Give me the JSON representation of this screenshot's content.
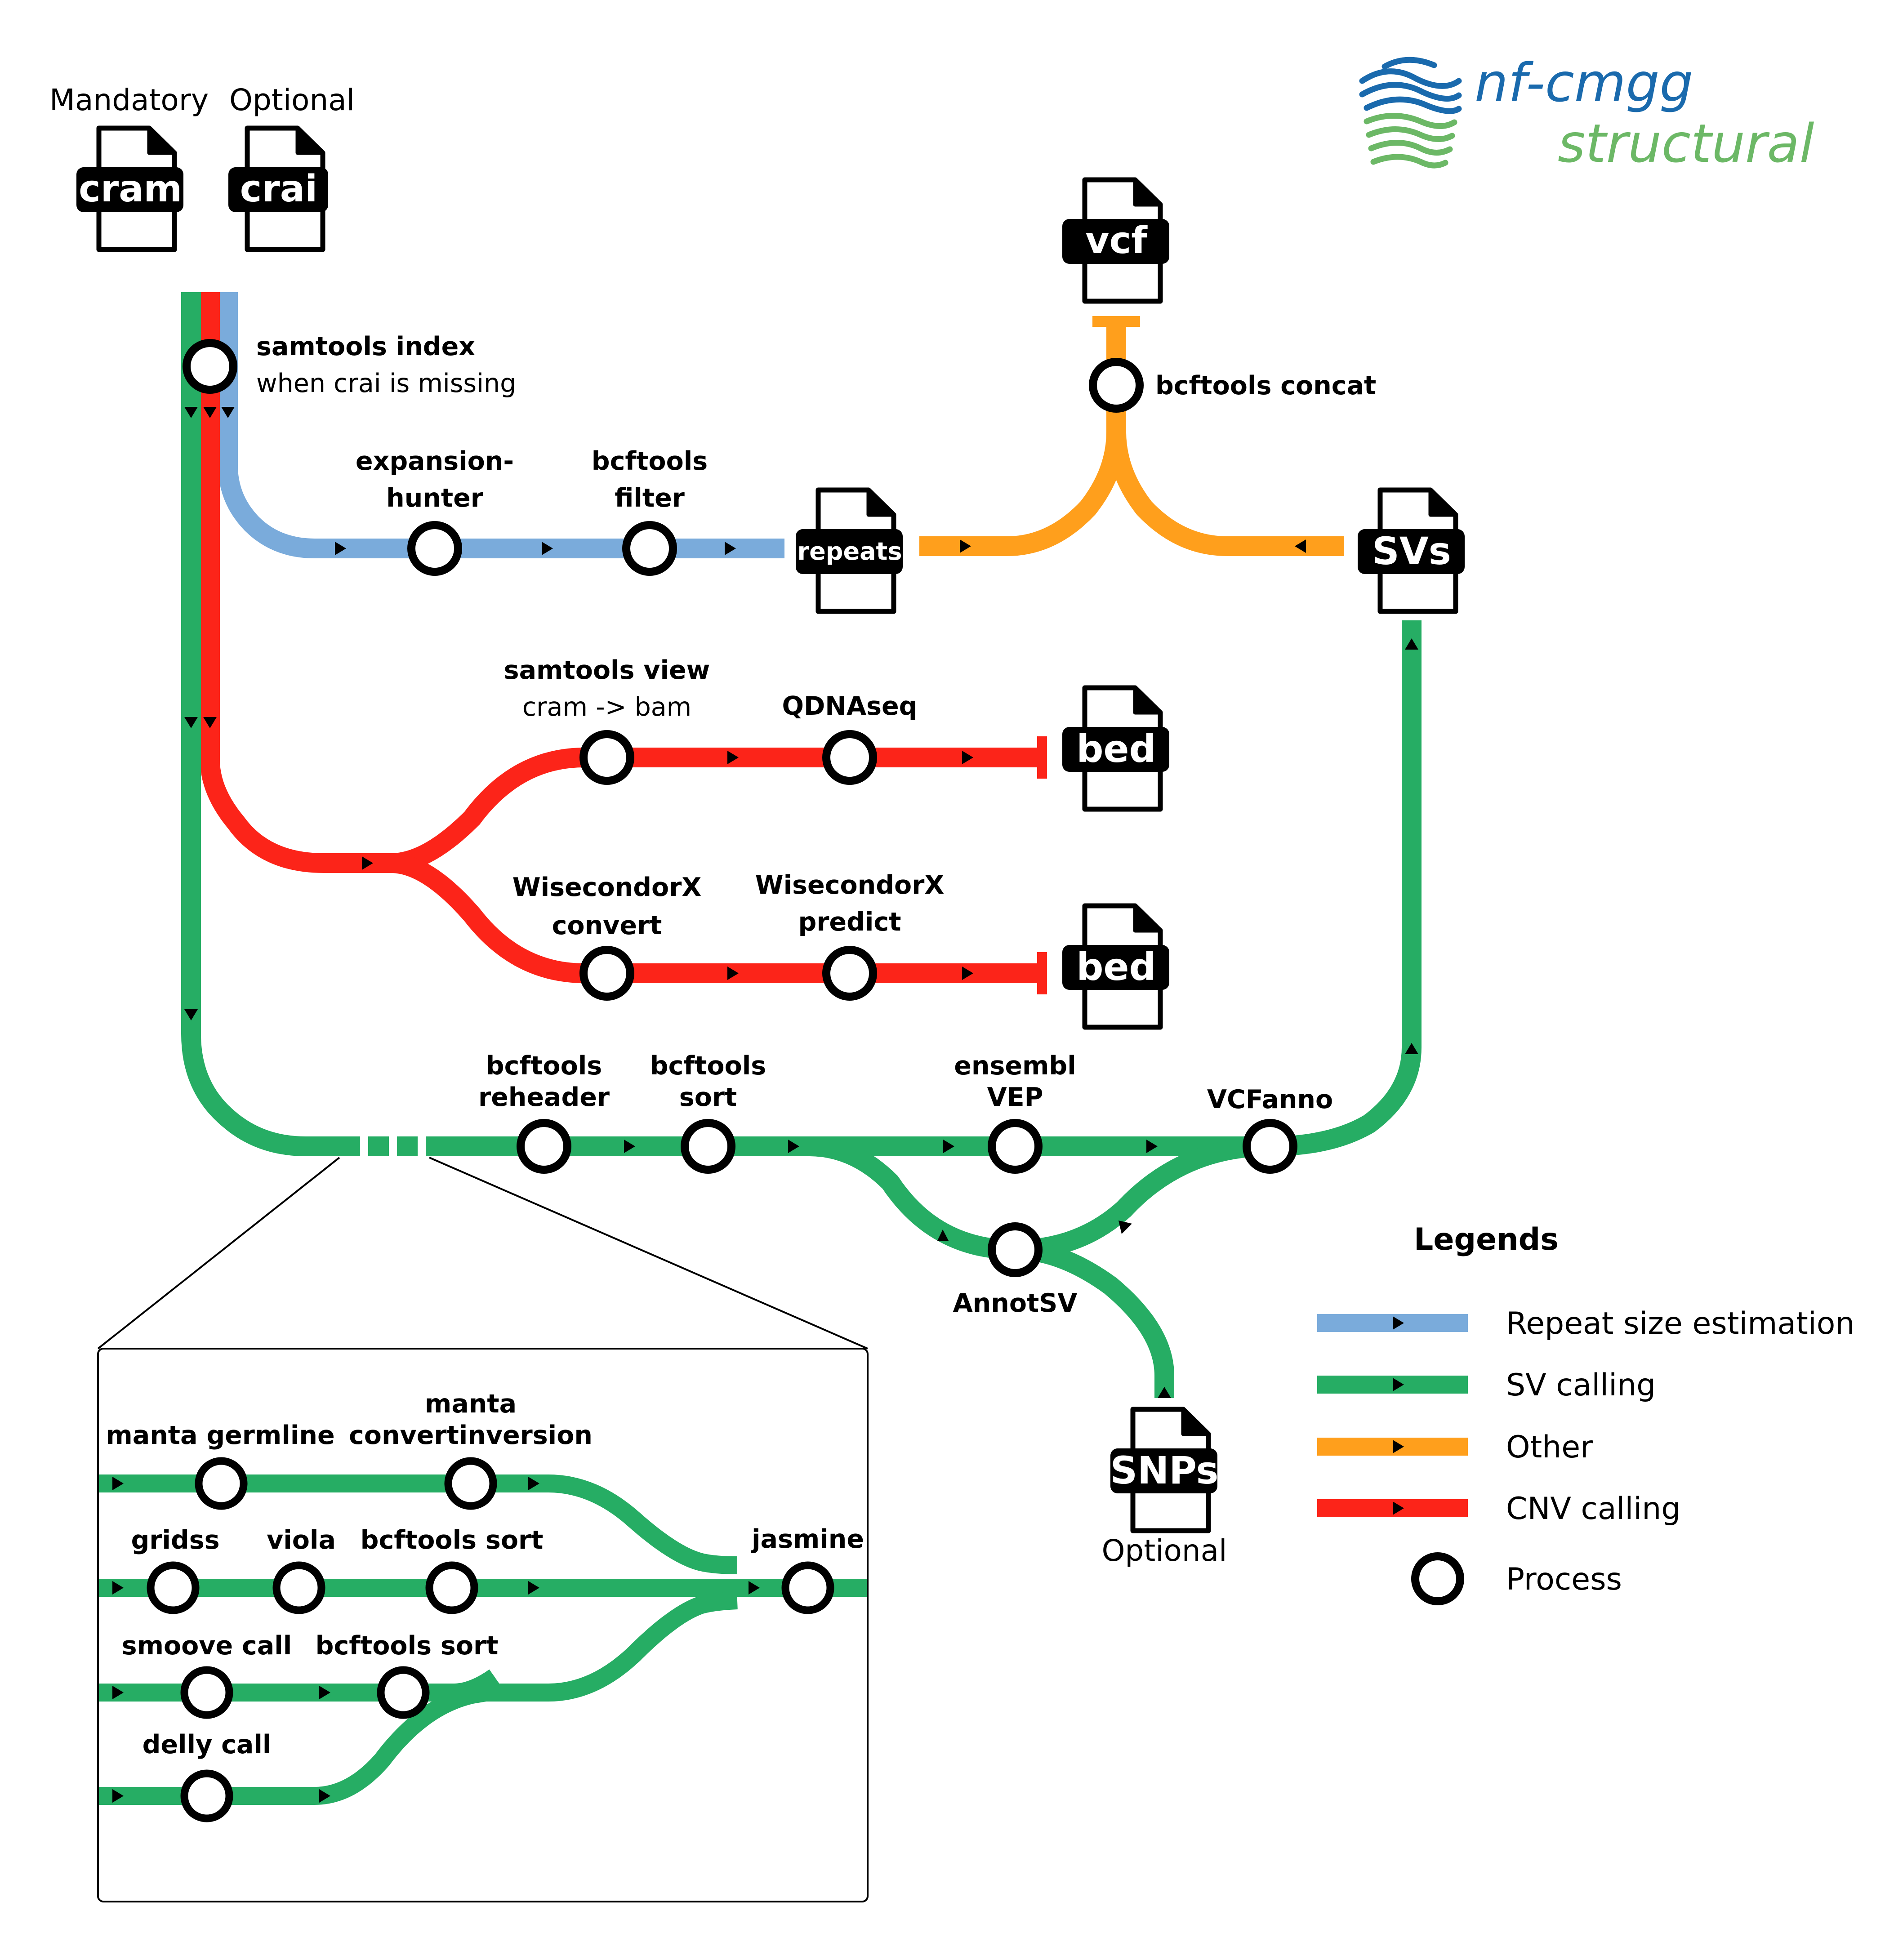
{
  "colors": {
    "repeat": "#7aabdb",
    "sv": "#26ad64",
    "other": "#ff9f1c",
    "cnv": "#fc2419",
    "logo_blue": "#1a6aad",
    "logo_green": "#6cb866"
  },
  "header": {
    "mandatory": "Mandatory",
    "optional": "Optional"
  },
  "logo": {
    "line1": "nf-cmgg",
    "line2": "structural"
  },
  "files": {
    "cram": "cram",
    "crai": "crai",
    "vcf": "vcf",
    "repeats": "repeats",
    "svs": "SVs",
    "bed1": "bed",
    "bed2": "bed",
    "snps": "SNPs",
    "snps_note": "Optional"
  },
  "processes": {
    "samtools_index": {
      "title": "samtools index",
      "note": "when crai is missing"
    },
    "expansionhunter": {
      "line1": "expansion-",
      "line2": "hunter"
    },
    "bcftools_filter": {
      "line1": "bcftools",
      "line2": "filter"
    },
    "bcftools_concat": {
      "title": "bcftools concat"
    },
    "samtools_view": {
      "title": "samtools view",
      "note": "cram -> bam"
    },
    "qdnaseq": {
      "title": "QDNAseq"
    },
    "wcx_convert": {
      "line1": "WisecondorX",
      "line2": "convert"
    },
    "wcx_predict": {
      "line1": "WisecondorX",
      "line2": "predict"
    },
    "bcftools_reheader": {
      "line1": "bcftools",
      "line2": "reheader"
    },
    "bcftools_sort": {
      "line1": "bcftools",
      "line2": "sort"
    },
    "ensembl_vep": {
      "line1": "ensembl",
      "line2": "VEP"
    },
    "vcfanno": {
      "title": "VCFanno"
    },
    "annotsv": {
      "title": "AnnotSV"
    }
  },
  "inset": {
    "manta_germline": "manta germline",
    "manta_convert_1": "manta",
    "manta_convert_2": "convertinversion",
    "gridss": "gridss",
    "viola": "viola",
    "bcftools_sort_a": "bcftools sort",
    "jasmine": "jasmine",
    "smoove_call": "smoove call",
    "bcftools_sort_b": "bcftools sort",
    "delly_call": "delly call"
  },
  "legend": {
    "title": "Legends",
    "items": [
      {
        "label": "Repeat size estimation",
        "color": "#7aabdb"
      },
      {
        "label": "SV calling",
        "color": "#26ad64"
      },
      {
        "label": "Other",
        "color": "#ff9f1c"
      },
      {
        "label": "CNV calling",
        "color": "#fc2419"
      }
    ],
    "process": "Process"
  }
}
